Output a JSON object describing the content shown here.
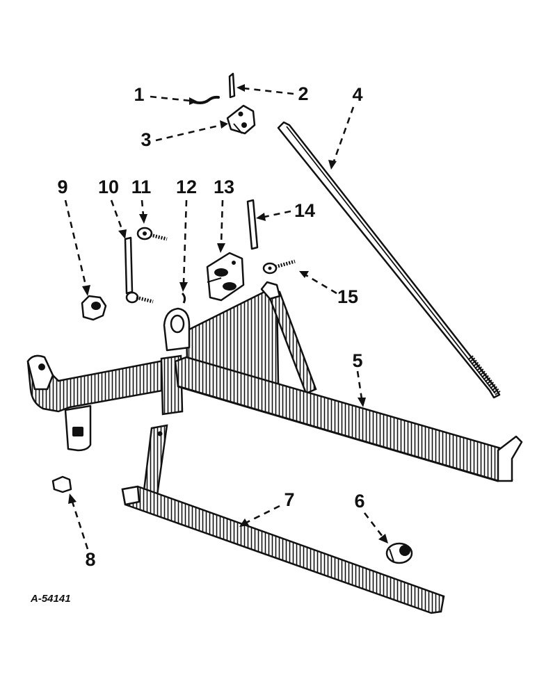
{
  "diagram_ref": "A-54141",
  "callouts": [
    {
      "id": "1",
      "label": "1"
    },
    {
      "id": "2",
      "label": "2"
    },
    {
      "id": "3",
      "label": "3"
    },
    {
      "id": "4",
      "label": "4"
    },
    {
      "id": "5",
      "label": "5"
    },
    {
      "id": "6",
      "label": "6"
    },
    {
      "id": "7",
      "label": "7"
    },
    {
      "id": "8",
      "label": "8"
    },
    {
      "id": "9",
      "label": "9"
    },
    {
      "id": "10",
      "label": "10"
    },
    {
      "id": "11",
      "label": "11"
    },
    {
      "id": "12",
      "label": "12"
    },
    {
      "id": "13",
      "label": "13"
    },
    {
      "id": "14",
      "label": "14"
    },
    {
      "id": "15",
      "label": "15"
    }
  ]
}
